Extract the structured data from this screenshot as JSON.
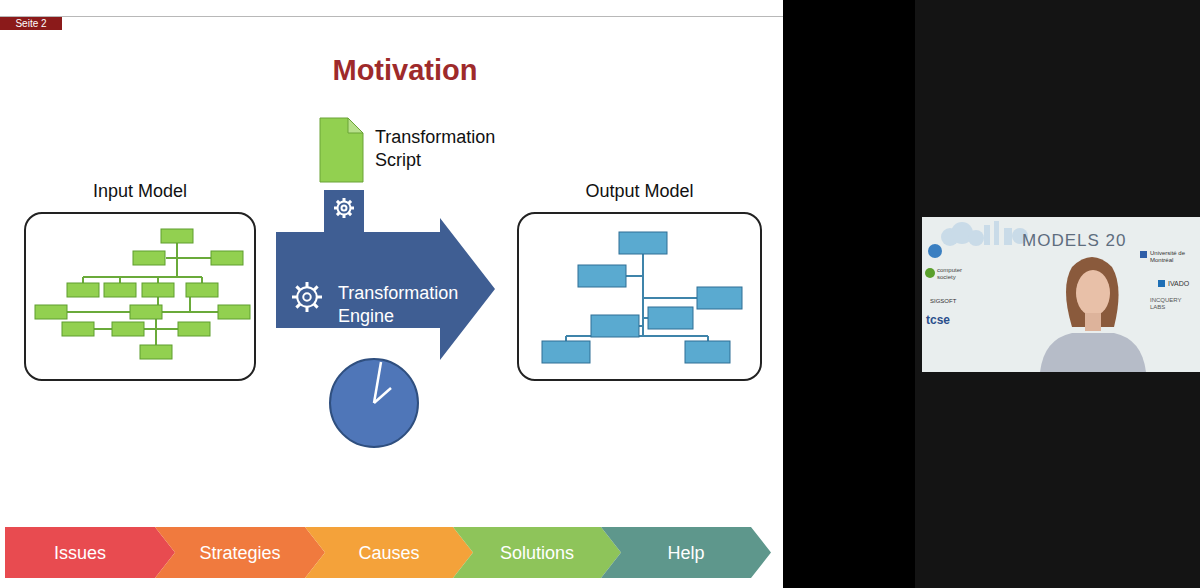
{
  "diagram": {
    "title": "Motivation",
    "nodes": [
      {
        "text": [
          "Seite 2"
        ]
      },
      {
        "text": [
          "Transformation Script"
        ]
      },
      {
        "text": [
          "Input Model"
        ]
      },
      {
        "text": [
          "Transformation Engine"
        ]
      },
      {
        "text": [
          "Output Model"
        ]
      },
      {
        "text": [
          "Issues"
        ]
      },
      {
        "text": [
          "Strategies"
        ]
      },
      {
        "text": [
          "Causes"
        ]
      },
      {
        "text": [
          "Solutions"
        ]
      },
      {
        "text": [
          "Help"
        ]
      }
    ],
    "labels": [
      "MODELS 20",
      "computer society",
      "SIGSOFT",
      "tcse",
      "Université de Montréal",
      "IVADO",
      "INCQUERY LABS"
    ]
  }
}
